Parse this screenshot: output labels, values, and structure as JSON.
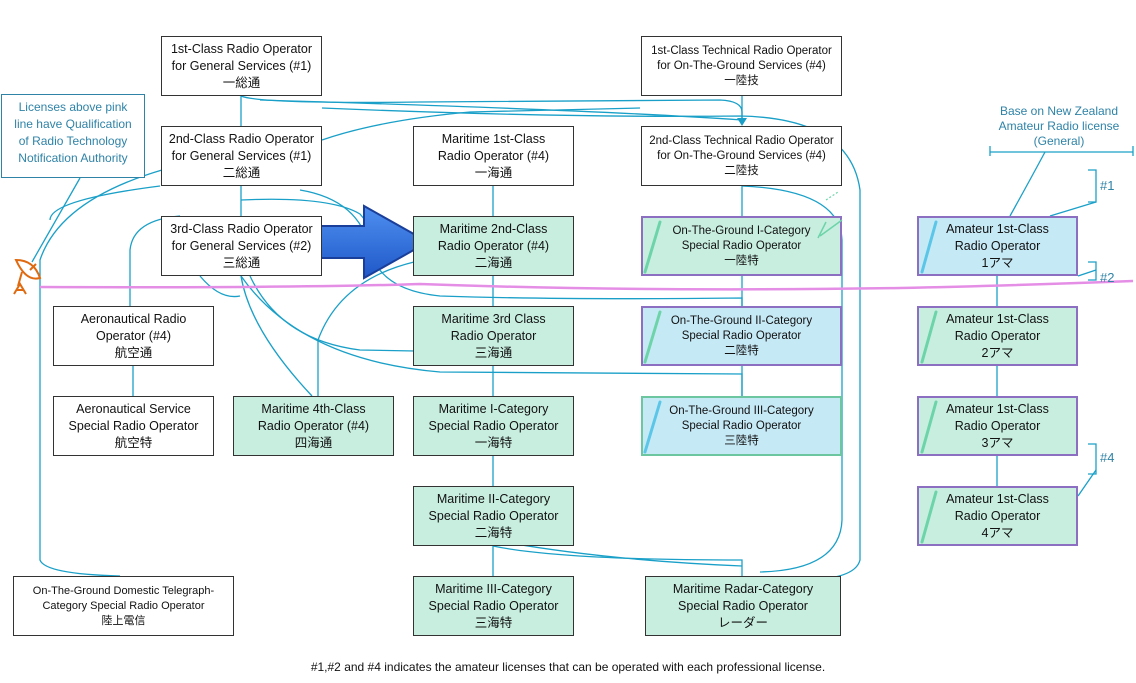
{
  "boxes": {
    "gen1": {
      "l1": "1st-Class Radio Operator",
      "l2": "for General Services (#1)",
      "l3": "一総通"
    },
    "gen2": {
      "l1": "2nd-Class Radio Operator",
      "l2": "for General Services (#1)",
      "l3": "二総通"
    },
    "gen3": {
      "l1": "3rd-Class Radio Operator",
      "l2": "for General Services (#2)",
      "l3": "三総通"
    },
    "aero": {
      "l1": "Aeronautical Radio",
      "l2": "Operator (#4)",
      "l3": "航空通"
    },
    "aerosp": {
      "l1": "Aeronautical Service",
      "l2": "Special Radio Operator",
      "l3": "航空特"
    },
    "mar1": {
      "l1": "Maritime 1st-Class",
      "l2": "Radio Operator (#4)",
      "l3": "一海通"
    },
    "mar2": {
      "l1": "Maritime 2nd-Class",
      "l2": "Radio Operator (#4)",
      "l3": "二海通"
    },
    "mar3": {
      "l1": "Maritime 3rd Class",
      "l2": "Radio Operator",
      "l3": "三海通"
    },
    "mar4": {
      "l1": "Maritime 4th-Class",
      "l2": "Radio Operator (#4)",
      "l3": "四海通"
    },
    "mari": {
      "l1": "Maritime I-Category",
      "l2": "Special Radio Operator",
      "l3": "一海特"
    },
    "marii": {
      "l1": "Maritime II-Category",
      "l2": "Special Radio Operator",
      "l3": "二海特"
    },
    "mariii": {
      "l1": "Maritime III-Category",
      "l2": "Special Radio Operator",
      "l3": "三海特"
    },
    "tech1": {
      "l1": "1st-Class Technical Radio Operator",
      "l2": "for On-The-Ground Services (#4)",
      "l3": "一陸技"
    },
    "tech2": {
      "l1": "2nd-Class Technical Radio Operator",
      "l2": "for On-The-Ground Services (#4)",
      "l3": "二陸技"
    },
    "gi": {
      "l1": "On-The-Ground I-Category",
      "l2": "Special Radio Operator",
      "l3": "一陸特"
    },
    "gii": {
      "l1": "On-The-Ground II-Category",
      "l2": "Special Radio Operator",
      "l3": "二陸特"
    },
    "giii": {
      "l1": "On-The-Ground III-Category",
      "l2": "Special Radio Operator",
      "l3": "三陸特"
    },
    "radar": {
      "l1": "Maritime Radar-Category",
      "l2": "Special Radio Operator",
      "l3": "レーダー"
    },
    "telegraph": {
      "l1": "On-The-Ground Domestic Telegraph-",
      "l2": "Category Special Radio Operator",
      "l3": "陸上電信"
    },
    "am1": {
      "l1": "Amateur 1st-Class",
      "l2": "Radio Operator",
      "l3": "1アマ"
    },
    "am2": {
      "l1": "Amateur 1st-Class",
      "l2": "Radio Operator",
      "l3": "2アマ"
    },
    "am3": {
      "l1": "Amateur 1st-Class",
      "l2": "Radio Operator",
      "l3": "3アマ"
    },
    "am4": {
      "l1": "Amateur 1st-Class",
      "l2": "Radio Operator",
      "l3": "4アマ"
    }
  },
  "note": {
    "l1": "Licenses above pink",
    "l2": "line have Qualification",
    "l3": "of Radio Technology",
    "l4": "Notification Authority"
  },
  "nz": {
    "l1": "Base on New Zealand",
    "l2": "Amateur Radio license",
    "l3": "(General)"
  },
  "tags": {
    "t1": "#1",
    "t2": "#2",
    "t4": "#4"
  },
  "footer": "#1,#2 and #4 indicates the amateur licenses that can be operated with each professional license.",
  "colors": {
    "connector": "#1aa0c8",
    "pinkline": "#e58ee6",
    "arrow": "#2e6fd6",
    "maritime_fill": "#c8eee0",
    "ground_fill": "#c6e9f6",
    "purple_border": "#8c6fc0",
    "note_color": "#2f83a7"
  },
  "icons": {
    "antenna": "satellite-dish-icon",
    "arrow": "big-right-arrow-icon"
  }
}
